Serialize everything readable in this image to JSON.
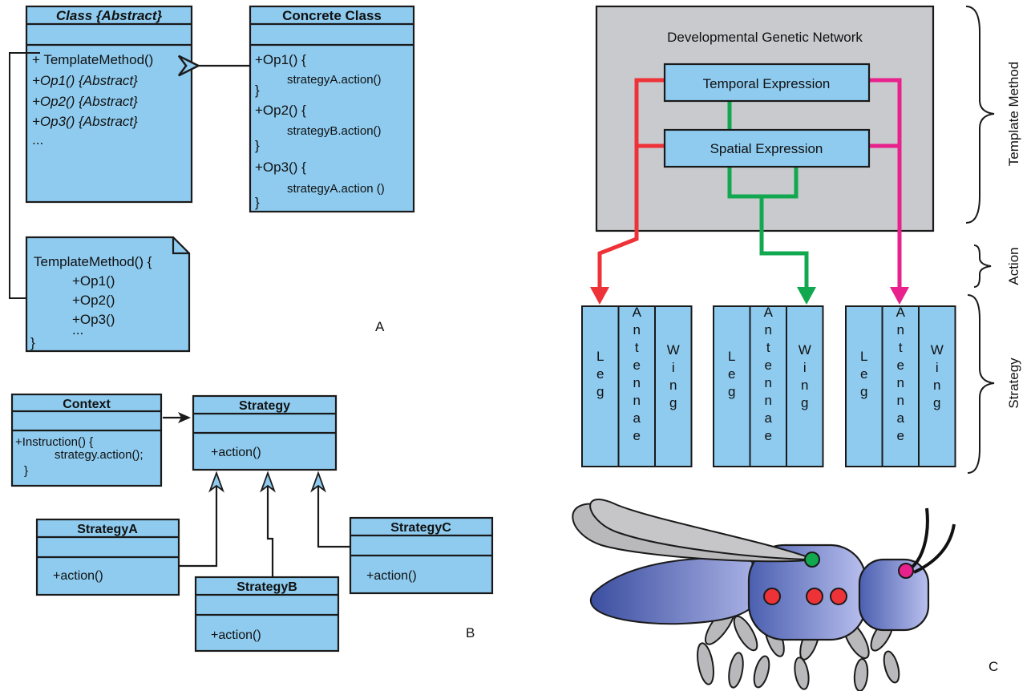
{
  "panel_a": {
    "label": "A",
    "abstract_class": {
      "title": "Class {Abstract}",
      "ops": [
        "+ TemplateMethod()",
        "+Op1() {Abstract}",
        "+Op2() {Abstract}",
        "+Op3() {Abstract}",
        "..."
      ]
    },
    "concrete_class": {
      "title": "Concrete Class",
      "lines": [
        "+Op1() {",
        "strategyA.action()",
        "}",
        "+Op2() {",
        "strategyB.action()",
        "}",
        "+Op3() {",
        "strategyA.action ()",
        "}"
      ]
    },
    "note": {
      "lines": [
        "TemplateMethod() {",
        "+Op1()",
        "+Op2()",
        "+Op3()",
        "...",
        "}"
      ]
    }
  },
  "panel_b": {
    "label": "B",
    "context": {
      "title": "Context",
      "lines": [
        "+Instruction() {",
        "strategy.action();",
        "}"
      ]
    },
    "strategy": {
      "title": "Strategy",
      "op": "+action()"
    },
    "strategy_a": {
      "title": "StrategyA",
      "op": "+action()"
    },
    "strategy_b": {
      "title": "StrategyB",
      "op": "+action()"
    },
    "strategy_c": {
      "title": "StrategyC",
      "op": "+action()"
    }
  },
  "panel_c": {
    "label": "C",
    "network_title": "Developmental Genetic Network",
    "temporal": "Temporal Expression",
    "spatial": "Spatial Expression",
    "brace_labels": [
      "Template Method",
      "Action",
      "Strategy"
    ],
    "columns": [
      "L e g",
      "A n t e n n a e",
      "W i n g"
    ],
    "colors": {
      "red": "#ee3338",
      "green": "#11a84f",
      "magenta": "#e8218c",
      "box": "#8ecbef",
      "network_bg": "#c9cace"
    }
  }
}
